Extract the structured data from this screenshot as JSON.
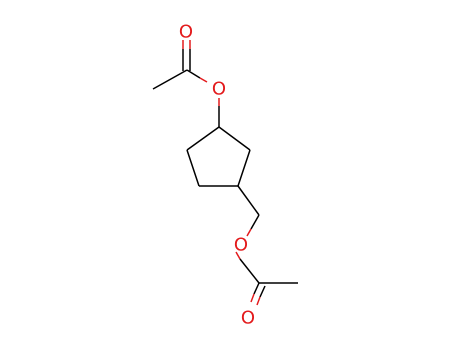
{
  "colors": {
    "bond": "#000000",
    "oxygen": "#e31a1c",
    "background": "#ffffff"
  },
  "atoms": {
    "o_carbonyl_top": "O",
    "o_ester_top": "O",
    "o_ester_bottom": "O",
    "o_carbonyl_bottom": "O"
  }
}
